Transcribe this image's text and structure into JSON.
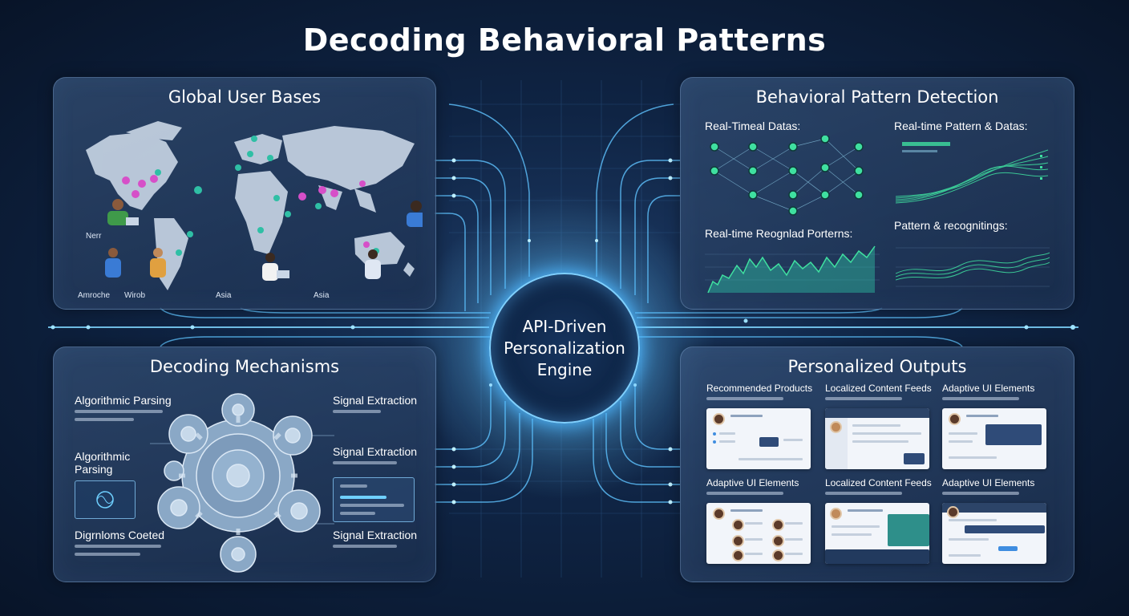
{
  "title": "Decoding Behavioral Patterns",
  "engine": {
    "label": "API-Driven Personalization Engine"
  },
  "global_user_bases": {
    "title": "Global User Bases",
    "user_labels": [
      "Nerr",
      "Amroche",
      "Wirob",
      "Asia",
      "Asia"
    ]
  },
  "pattern_detection": {
    "title": "Behavioral Pattern Detection",
    "sections": [
      "Real-Timeal Datas:",
      "Real-time Pattern & Datas:",
      "Real-time Reognlad Porterns:",
      "Pattern & recognitings:"
    ]
  },
  "decoding_mechanisms": {
    "title": "Decoding Mechanisms",
    "left_labels": [
      "Algorithmic Parsing",
      "Algorithmic Parsing",
      "Digrnloms Coeted"
    ],
    "right_labels": [
      "Signal Extraction",
      "Signal Extraction",
      "Signal Extraction"
    ]
  },
  "personalized_outputs": {
    "title": "Personalized Outputs",
    "cards": [
      "Recommended Products",
      "Localized Content Feeds",
      "Adaptive UI Elements",
      "Adaptive UI Elements",
      "Localized Content Feeds",
      "Adaptive UI Elements"
    ]
  },
  "colors": {
    "accent_glow": "#4fb8ff",
    "map_pin_magenta": "#d64fc8",
    "map_pin_teal": "#2fbfa5",
    "chart_green": "#3fe0a0",
    "panel_border": "#96bee9"
  }
}
